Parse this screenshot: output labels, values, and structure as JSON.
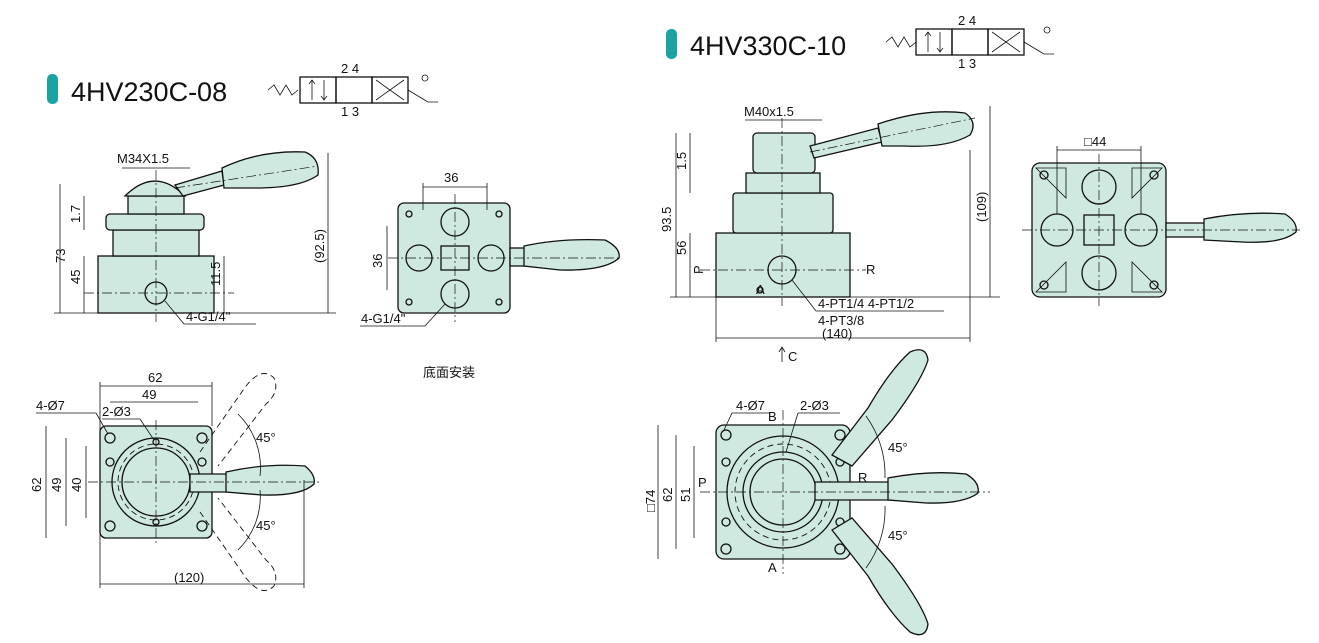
{
  "models": [
    {
      "title": "4HV230C-08",
      "accent": "#1aa3a1"
    },
    {
      "title": "4HV330C-10",
      "accent": "#1aa3a1"
    }
  ],
  "symbol": {
    "top_ports": "2 4",
    "bottom_ports": "1 3"
  },
  "small": {
    "side_view": {
      "thread": "M34X1.5",
      "height_total": "73",
      "height_top": "1.7",
      "height_body": "45",
      "port_height": "11.5",
      "overall": "(92.5)",
      "port_label": "4-G1/4\""
    },
    "bottom_view": {
      "width": "36",
      "height": "36",
      "port_label": "4-G1/4\"",
      "caption": "底面安装"
    },
    "top_view": {
      "width_outer": "62",
      "width_inner": "49",
      "hole_label": "4-Ø7",
      "pin_label": "2-Ø3",
      "height_outer": "62",
      "height_mid": "49",
      "height_inner": "40",
      "angle_top": "45°",
      "angle_bottom": "45°",
      "length": "(120)"
    }
  },
  "large": {
    "side_view": {
      "thread": "M40x1.5",
      "height_total": "93.5",
      "height_top": "1.5",
      "height_body": "56",
      "overall": "(109)",
      "port_p": "P",
      "port_r": "R",
      "port_a": "A",
      "port_label_1": "4-PT1/4 4-PT1/2",
      "port_label_2": "4-PT3/8",
      "length": "(140)",
      "view_c": "C"
    },
    "bottom_view": {
      "size": "□44"
    },
    "top_view": {
      "hole_label": "4-Ø7",
      "pin_label": "2-Ø3",
      "label_b": "B",
      "size_outer": "□74",
      "size_mid": "62",
      "size_inner": "51",
      "port_p": "P",
      "port_r": "R",
      "port_a": "A",
      "angle_top": "45°",
      "angle_bottom": "45°"
    }
  }
}
